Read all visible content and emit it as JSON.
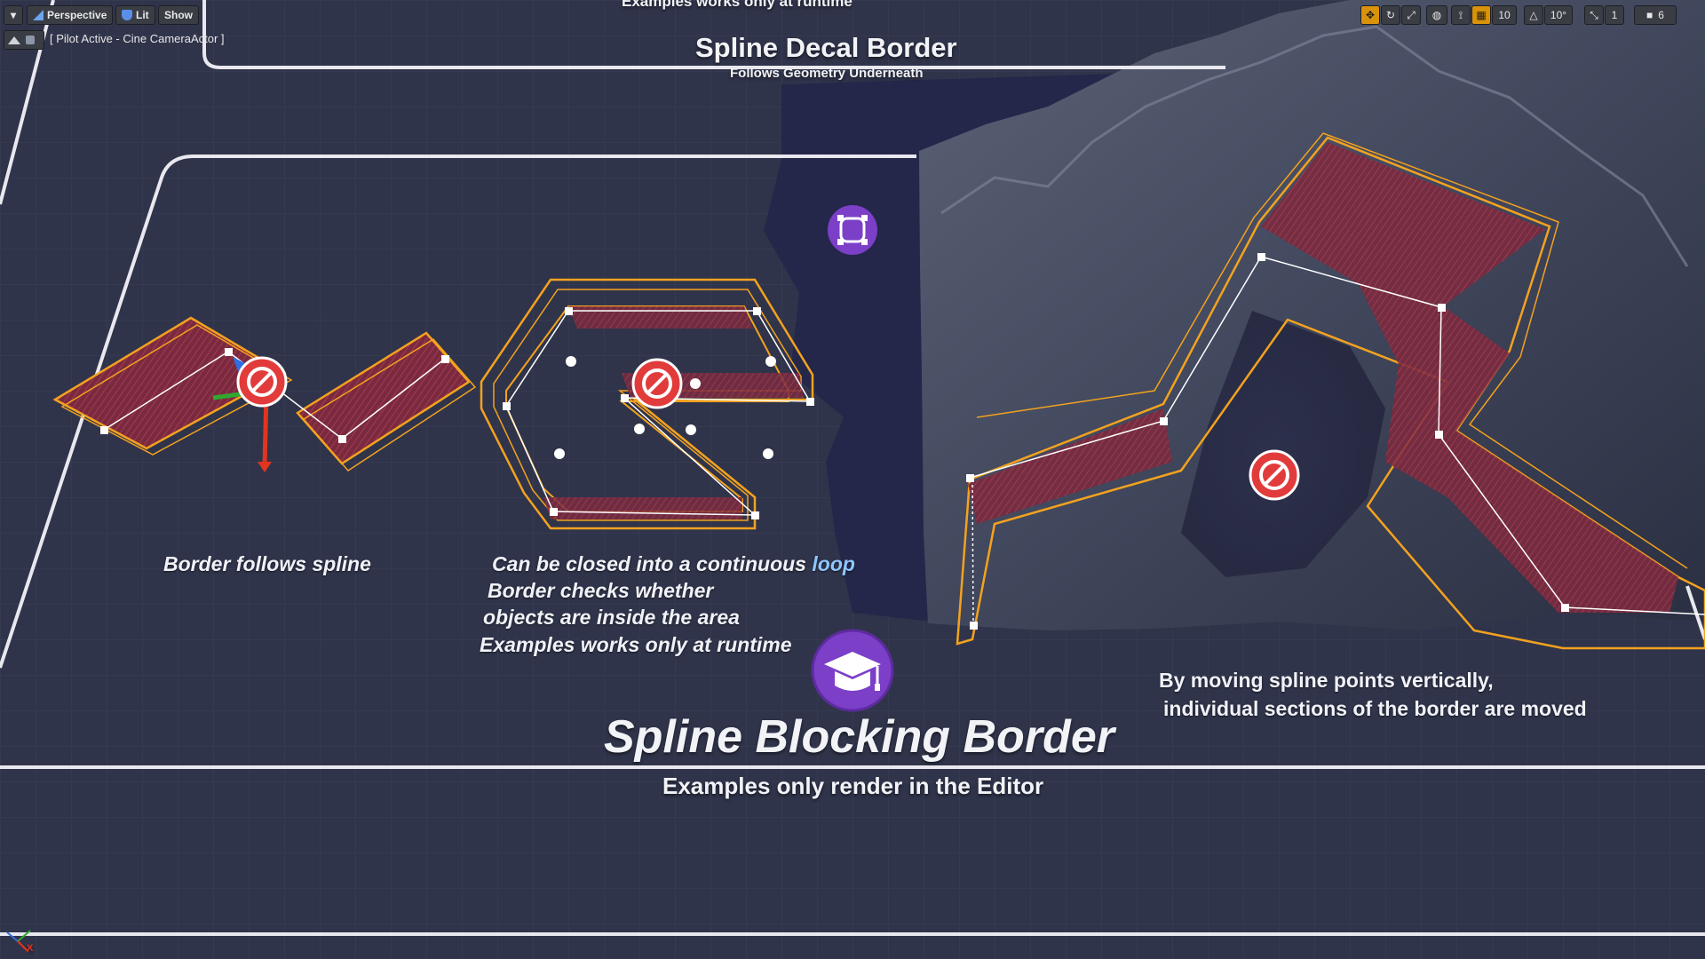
{
  "toolbar": {
    "dropdown_label": "▾",
    "perspective_label": "Perspective",
    "lit_label": "Lit",
    "show_label": "Show",
    "pilot_label": "[ Pilot Active - Cine CameraActor ]",
    "grid_snap_value": "10",
    "rotation_snap_value": "10°",
    "camera_speed_value": "6",
    "scale_snap_value": "1"
  },
  "scene": {
    "top_cut_text": "Examples works only at runtime",
    "decal_title": "Spline Decal Border",
    "decal_subtitle": "Follows Geometry Underneath",
    "label_follows": "Border follows spline",
    "label_loop_prefix": "Can be closed into a continuous ",
    "label_loop_word": "loop",
    "label_checks_line1": "Border checks whether",
    "label_checks_line2": "objects are inside the area",
    "label_runtime": "Examples works only at runtime",
    "label_vertical_line1": "By moving spline points vertically,",
    "label_vertical_line2": "individual sections of the border are moved",
    "blocking_title": "Spline Blocking Border",
    "blocking_subtitle": "Examples only render in the Editor",
    "axis_x_label": "X"
  },
  "colors": {
    "background": "#2f3345",
    "border_orange": "#f3a21f",
    "border_fill": "#8a2f42",
    "accent_purple": "#7c3fc8",
    "blocked_red": "#e23b3b",
    "active_orange": "#d9930b",
    "loop_highlight": "#8fc6ff"
  },
  "icons": {
    "tutorial_icon": "graduation-cap-icon",
    "spline_actor_icon": "spline-actor-icon",
    "blocked_icon": "no-entry-icon"
  }
}
